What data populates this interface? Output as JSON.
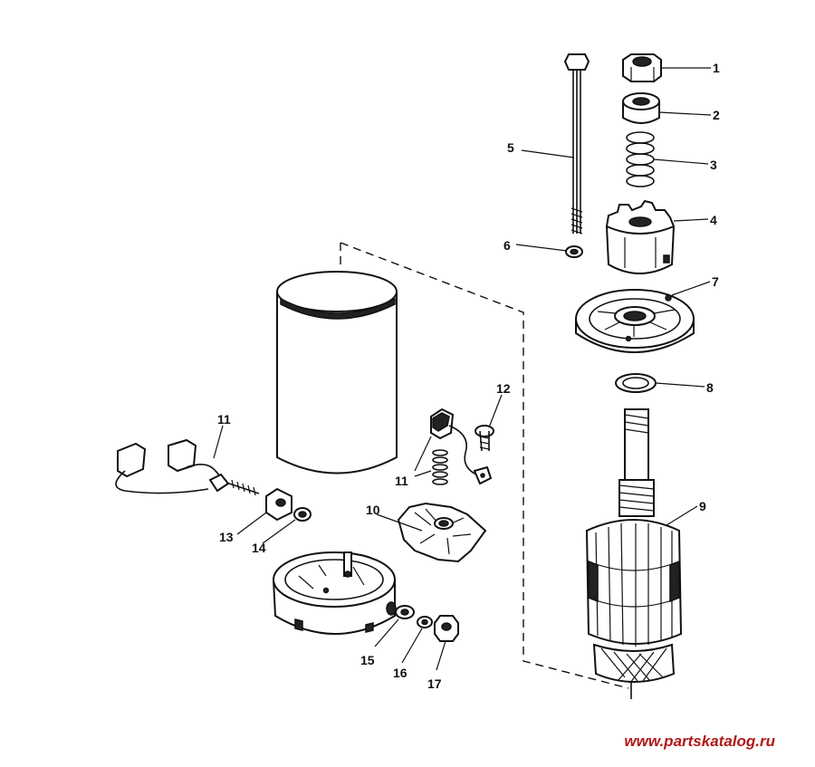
{
  "diagram": {
    "parts": [
      {
        "id": "p1",
        "label": "1"
      },
      {
        "id": "p2",
        "label": "2"
      },
      {
        "id": "p3",
        "label": "3"
      },
      {
        "id": "p4",
        "label": "4"
      },
      {
        "id": "p5",
        "label": "5"
      },
      {
        "id": "p6",
        "label": "6"
      },
      {
        "id": "p7",
        "label": "7"
      },
      {
        "id": "p8",
        "label": "8"
      },
      {
        "id": "p9",
        "label": "9"
      },
      {
        "id": "p10",
        "label": "10"
      },
      {
        "id": "p11a",
        "label": "11"
      },
      {
        "id": "p11b",
        "label": "11"
      },
      {
        "id": "p12",
        "label": "12"
      },
      {
        "id": "p13",
        "label": "13"
      },
      {
        "id": "p14",
        "label": "14"
      },
      {
        "id": "p15",
        "label": "15"
      },
      {
        "id": "p16",
        "label": "16"
      },
      {
        "id": "p17",
        "label": "17"
      }
    ],
    "watermark": "www.partskatalog.ru"
  }
}
